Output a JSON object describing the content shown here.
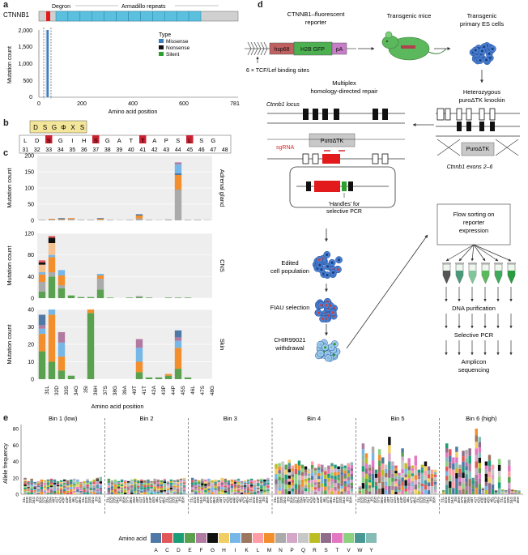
{
  "panel_labels": {
    "a": "a",
    "b": "b",
    "c": "c",
    "d": "d",
    "e": "e"
  },
  "panel_a": {
    "gene": "CTNNB1",
    "domains": [
      "Degron",
      "Armadillo repeats"
    ],
    "ylabel": "Mutation count",
    "xlabel": "Amino acid position",
    "yticks": [
      "0",
      "500",
      "1,000",
      "1,500",
      "2,000"
    ],
    "xticks": [
      "0",
      "200",
      "400",
      "600",
      "781"
    ],
    "legend_title": "Type",
    "legend": [
      {
        "name": "Missense",
        "color": "#3a7fbf"
      },
      {
        "name": "Nonsense",
        "color": "#111111"
      },
      {
        "name": "Silent",
        "color": "#2ca02c"
      }
    ]
  },
  "panel_b": {
    "motif": [
      "D",
      "S",
      "G",
      "Φ",
      "X",
      "S"
    ],
    "residues": [
      "L",
      "D",
      "S",
      "G",
      "I",
      "H",
      "S",
      "G",
      "A",
      "T",
      "T",
      "A",
      "P",
      "S",
      "L",
      "S",
      "G"
    ],
    "positions": [
      "31",
      "32",
      "33",
      "34",
      "35",
      "36",
      "37",
      "38",
      "39",
      "40",
      "41",
      "42",
      "43",
      "44",
      "45",
      "46",
      "47",
      "48"
    ]
  },
  "chart_data": [
    {
      "type": "bar",
      "title": "Adrenal gland",
      "ylabel": "Mutation count",
      "yticks": [
        "0",
        "50",
        "100",
        "150",
        "200"
      ],
      "ylim": [
        0,
        200
      ],
      "categories": [
        "31L",
        "32D",
        "33S",
        "34G",
        "35I",
        "36H",
        "37S",
        "38G",
        "39A",
        "40T",
        "41T",
        "42A",
        "43P",
        "44P",
        "45S",
        "46L",
        "47S",
        "48G"
      ],
      "segments": [
        [
          2
        ],
        [
          3,
          2
        ],
        [
          2,
          2,
          3
        ],
        [
          4,
          3
        ],
        [
          2
        ],
        [
          2
        ],
        [
          2,
          3,
          2
        ],
        [
          2
        ],
        [
          1
        ],
        [
          2
        ],
        [
          6,
          9,
          4
        ],
        [
          2
        ],
        [
          1
        ],
        [
          3
        ],
        [
          95,
          45,
          5,
          28,
          6
        ],
        [
          2
        ],
        [
          2
        ],
        [
          1
        ]
      ],
      "segment_colors": [
        "#aaaaaa",
        "#f28e2b",
        "#4e79a7",
        "#76b7e8",
        "#b07aa1"
      ]
    },
    {
      "type": "bar",
      "title": "CNS",
      "ylabel": "Mutation count",
      "yticks": [
        "0",
        "40",
        "80",
        "120"
      ],
      "ylim": [
        0,
        120
      ],
      "categories": [
        "31L",
        "32D",
        "33S",
        "34G",
        "35I",
        "36H",
        "37S",
        "38G",
        "39A",
        "40T",
        "41T",
        "42A",
        "43P",
        "44P",
        "45S",
        "46L",
        "47S",
        "48G"
      ],
      "segments": [
        [
          12,
          18,
          14,
          4,
          14,
          4,
          4
        ],
        [
          40,
          8,
          28,
          4,
          22,
          10,
          3
        ],
        [
          18,
          6,
          18,
          10
        ],
        [
          5
        ],
        [
          2
        ],
        [
          2
        ],
        [
          16,
          20,
          6,
          3
        ],
        [
          1
        ],
        [
          0
        ],
        [
          1
        ],
        [
          2,
          2
        ],
        [
          1
        ],
        [
          0
        ],
        [
          1
        ],
        [
          1
        ],
        [
          1
        ],
        [
          0
        ],
        [
          0
        ]
      ],
      "segment_colors": [
        "#59a14f",
        "#aaaaaa",
        "#f28e2b",
        "#76b7e8",
        "#f4c18f",
        "#111111",
        "#e15759"
      ]
    },
    {
      "type": "bar",
      "title": "Skin",
      "ylabel": "Mutation count",
      "yticks": [
        "0",
        "10",
        "20",
        "30",
        "40"
      ],
      "ylim": [
        0,
        40
      ],
      "categories": [
        "31L",
        "32D",
        "33S",
        "34G",
        "35I",
        "36H",
        "37S",
        "38G",
        "39A",
        "40T",
        "41T",
        "42A",
        "43P",
        "44P",
        "45S",
        "46L",
        "47S",
        "48G"
      ],
      "segments": [
        [
          16,
          10,
          3,
          2,
          6
        ],
        [
          10,
          27,
          3
        ],
        [
          5,
          8,
          8,
          6
        ],
        [
          2
        ],
        [
          0
        ],
        [
          38,
          2
        ],
        [
          0
        ],
        [
          0
        ],
        [
          0
        ],
        [
          0
        ],
        [
          4,
          6,
          8,
          5
        ],
        [
          1
        ],
        [
          1
        ],
        [
          2,
          1
        ],
        [
          6,
          12,
          4,
          2,
          4
        ],
        [
          1
        ],
        [
          0
        ],
        [
          0
        ]
      ],
      "segment_colors": [
        "#59a14f",
        "#f28e2b",
        "#76b7e8",
        "#b07aa1",
        "#4e79a7",
        "#e15759"
      ]
    },
    {
      "type": "bar",
      "title": "",
      "ylabel": "Allele frequency",
      "bins": [
        "Bin 1 (low)",
        "Bin 2",
        "Bin 3",
        "Bin 4",
        "Bin 5",
        "Bin 6 (high)"
      ],
      "bars_per_bin": 24,
      "bin_heights": [
        [
          0.2,
          0.16,
          0.19,
          0.15,
          0.16,
          0.18,
          0.17,
          0.18,
          0.19,
          0.18,
          0.16,
          0.17,
          0.18,
          0.17,
          0.18,
          0.19,
          0.18,
          0.15,
          0.16,
          0.19,
          0.16,
          0.18,
          0.2,
          0.21
        ],
        [
          0.19,
          0.17,
          0.18,
          0.16,
          0.18,
          0.17,
          0.16,
          0.18,
          0.19,
          0.17,
          0.18,
          0.17,
          0.18,
          0.16,
          0.19,
          0.18,
          0.17,
          0.19,
          0.16,
          0.18,
          0.17,
          0.18,
          0.19,
          0.2
        ],
        [
          0.2,
          0.18,
          0.17,
          0.19,
          0.18,
          0.19,
          0.17,
          0.18,
          0.17,
          0.2,
          0.19,
          0.17,
          0.18,
          0.18,
          0.19,
          0.16,
          0.17,
          0.18,
          0.19,
          0.17,
          0.18,
          0.19,
          0.18,
          0.2
        ],
        [
          0.37,
          0.38,
          0.4,
          0.36,
          0.42,
          0.35,
          0.37,
          0.41,
          0.36,
          0.34,
          0.31,
          0.4,
          0.32,
          0.37,
          0.36,
          0.33,
          0.35,
          0.38,
          0.36,
          0.34,
          0.37,
          0.35,
          0.38,
          0.39
        ],
        [
          0.1,
          0.62,
          0.5,
          0.36,
          0.58,
          0.3,
          0.55,
          0.45,
          0.36,
          0.7,
          0.4,
          0.35,
          0.26,
          0.56,
          0.38,
          0.44,
          0.35,
          0.47,
          0.3,
          0.36,
          0.4,
          0.34,
          0.3,
          0.3
        ],
        [
          0.05,
          0.62,
          0.55,
          0.45,
          0.58,
          0.36,
          0.53,
          0.54,
          0.56,
          0.2,
          0.8,
          0.7,
          0.08,
          0.4,
          0.48,
          0.36,
          0.05,
          0.43,
          0.06,
          0.05,
          0.42,
          0.06,
          0.05,
          0.05
        ]
      ],
      "palette": [
        "#4e79a7",
        "#e15759",
        "#1a9e77",
        "#59a14f",
        "#b07aa1",
        "#111111",
        "#f1ce63",
        "#76b7e8",
        "#9d7660",
        "#ff9da7",
        "#f28e2b",
        "#aaaaaa",
        "#d4a6c8",
        "#c7c7c7",
        "#bcbd22",
        "#8e6c8a",
        "#e377c2",
        "#8cd17d",
        "#499894",
        "#86bcb6"
      ]
    }
  ],
  "panel_c": {
    "xlabel": "Amino acid position"
  },
  "panel_d": {
    "reporter_title_1": "CTNNB1–fluorescent",
    "reporter_title_2": "reporter",
    "hsp68": "hsp68",
    "h2b_gfp": "H2B GFP",
    "pa": "pA",
    "tcf": "6 × TCF/Lef binding sites",
    "transgenic_mice": "Transgenic mice",
    "transgenic_es_1": "Transgenic",
    "transgenic_es_2": "primary ES cells",
    "multiplex_1": "Multiplex",
    "multiplex_2": "homology-directed repair",
    "ctnnb1_locus": "Ctnnb1 locus",
    "puro_tk": "PuroΔTK",
    "sgrna": "sgRNA",
    "handles_1": "'Handles' for",
    "handles_2": "selective PCR",
    "heterozygous_1": "Heterozygous",
    "heterozygous_2": "puroΔTK knockin",
    "puro_tk2": "PuroΔTK",
    "exons": "Ctnnb1 exons 2–6",
    "edited_1": "Edited",
    "edited_2": "cell population",
    "fiau": "FIAU selection",
    "chir_1": "CHIR99021",
    "chir_2": "withdrawal",
    "flow_1": "Flow sorting on",
    "flow_2": "reporter",
    "flow_3": "expression",
    "dna": "DNA purification",
    "selective": "Selective PCR",
    "amplicon_1": "Amplicon",
    "amplicon_2": "sequencing"
  },
  "panel_e": {
    "amino_acid_label": "Amino acid",
    "amino_acids": [
      "A",
      "C",
      "D",
      "E",
      "F",
      "G",
      "H",
      "I",
      "K",
      "L",
      "M",
      "N",
      "P",
      "Q",
      "R",
      "S",
      "T",
      "V",
      "W",
      "Y"
    ],
    "yticks": [
      "0",
      "20",
      "40",
      "60",
      "80"
    ]
  }
}
